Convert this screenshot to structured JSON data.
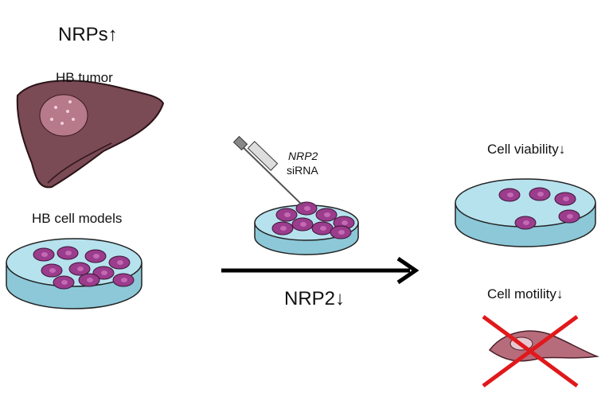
{
  "labels": {
    "nrps": "NRPs",
    "hb_tumor": "HB tumor",
    "hb_cell_models": "HB cell models",
    "nrp2_italic": "NRP2",
    "sirna": "siRNA",
    "nrp2_down": "NRP2",
    "cell_viability": "Cell viability",
    "cell_motility": "Cell motility"
  },
  "arrows": {
    "up": "↑",
    "down": "↓"
  },
  "colors": {
    "dish": "#a9dbe8",
    "cell": "#9b3c8c",
    "liver": "#7a4a55",
    "cross": "#e0191c"
  }
}
